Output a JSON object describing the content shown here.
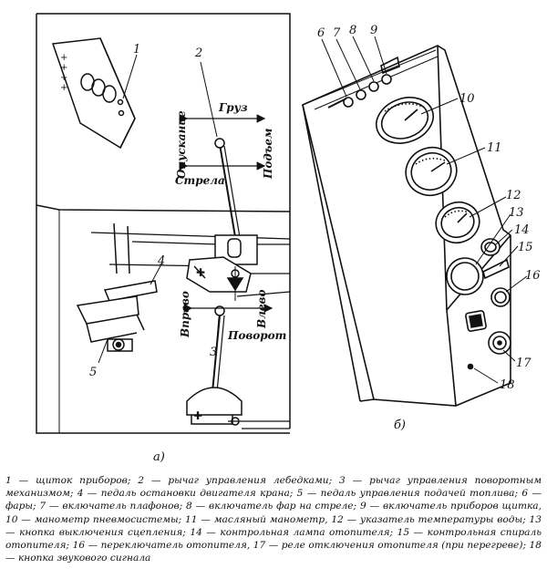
{
  "labels": {
    "n1": "1",
    "n2": "2",
    "n3": "3",
    "n4": "4",
    "n5": "5",
    "n6": "6",
    "n7": "7",
    "n8": "8",
    "n9": "9",
    "n10": "10",
    "n11": "11",
    "n12": "12",
    "n13": "13",
    "n14": "14",
    "n15": "15",
    "n16": "16",
    "n17": "17",
    "n18": "18"
  },
  "directions": {
    "gruz": "Груз",
    "opuskanie": "Опускание",
    "podyem": "Подъем",
    "strela": "Стрела",
    "vpravo": "Вправо",
    "vlevo": "Влево",
    "povorot": "Поворот"
  },
  "subfig": {
    "a": "а)",
    "b": "б)"
  },
  "caption": "1 — щиток приборов; 2 — рычаг управления лебедками; 3 — рычаг управления поворотным механизмом; 4 — педаль остановки двигателя крана; 5 — педаль управления подачей топлива; 6 — фары; 7 — включатель плафонов; 8 — включатель фар на стреле; 9 — включатель приборов щитка, 10 — манометр пневмосистемы; 11 — масляный манометр, 12 — указатель температуры воды; 13 — кнопка выключения сцепления; 14 — контрольная лампа отопителя; 15 — контрольная спираль отопителя; 16 — переключатель отопителя, 17 — реле отключения отопителя (при перегреве); 18 — кнопка звукового сигнала"
}
